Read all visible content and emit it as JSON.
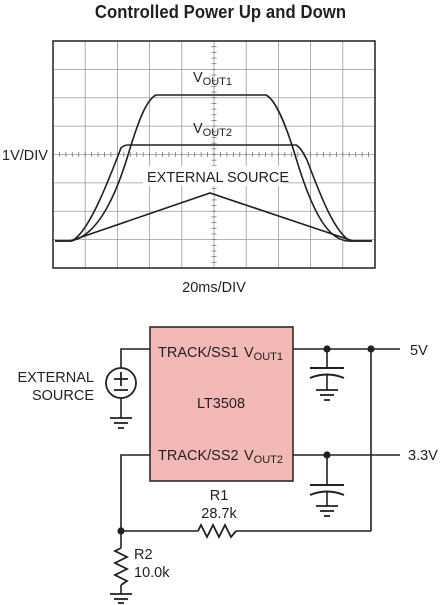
{
  "title": "Controlled Power Up and Down",
  "scope": {
    "vertical_scale": "1V/DIV",
    "horizontal_scale": "20ms/DIV",
    "traces": [
      {
        "label_main": "V",
        "label_sub": "OUT1"
      },
      {
        "label_main": "V",
        "label_sub": "OUT2"
      },
      {
        "label_main": "EXTERNAL SOURCE",
        "label_sub": ""
      }
    ]
  },
  "schematic": {
    "ic_name": "LT3508",
    "pin_track1": "TRACK/SS1",
    "pin_track2": "TRACK/SS2",
    "pin_vout1_main": "V",
    "pin_vout1_sub": "OUT1",
    "pin_vout2_main": "V",
    "pin_vout2_sub": "OUT2",
    "source_line1": "EXTERNAL",
    "source_line2": "SOURCE",
    "out1_voltage": "5V",
    "out2_voltage": "3.3V",
    "r1_name": "R1",
    "r1_value": "28.7k",
    "r2_name": "R2",
    "r2_value": "10.0k",
    "ic_fill": "#f2b8b6"
  }
}
